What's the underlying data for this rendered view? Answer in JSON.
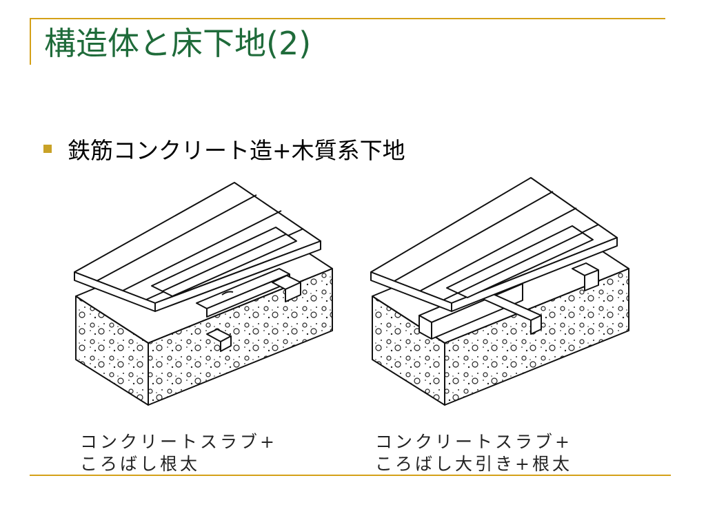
{
  "slide": {
    "title": "構造体と床下地(2)",
    "bullet": "鉄筋コンクリート造+木質系下地"
  },
  "figures": [
    {
      "caption_line1": "コンクリートスラブ+",
      "caption_line2": "ころばし根太"
    },
    {
      "caption_line1": "コンクリートスラブ+",
      "caption_line2": "ころばし大引き+根太"
    }
  ],
  "colors": {
    "title": "#1f6b3a",
    "accent": "#d4a017",
    "bullet": "#c9a227"
  }
}
